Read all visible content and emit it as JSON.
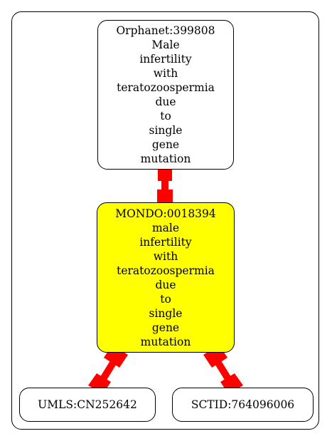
{
  "nodes": {
    "orphanet": {
      "lines": [
        "Orphanet:399808",
        "Male",
        "infertility",
        "with",
        "teratozoospermia",
        "due",
        "to",
        "single",
        "gene",
        "mutation"
      ]
    },
    "mondo": {
      "lines": [
        "MONDO:0018394",
        "male",
        "infertility",
        "with",
        "teratozoospermia",
        "due",
        "to",
        "single",
        "gene",
        "mutation"
      ]
    },
    "umls": {
      "label": "UMLS:CN252642"
    },
    "sctid": {
      "label": "SCTID:764096006"
    }
  },
  "edges": [
    {
      "from": "orphanet",
      "to": "mondo"
    },
    {
      "from": "mondo",
      "to": "umls"
    },
    {
      "from": "mondo",
      "to": "sctid"
    }
  ],
  "colors": {
    "edge": "#ff0000",
    "highlight_node": "#ffff00",
    "node_border": "#000000"
  }
}
